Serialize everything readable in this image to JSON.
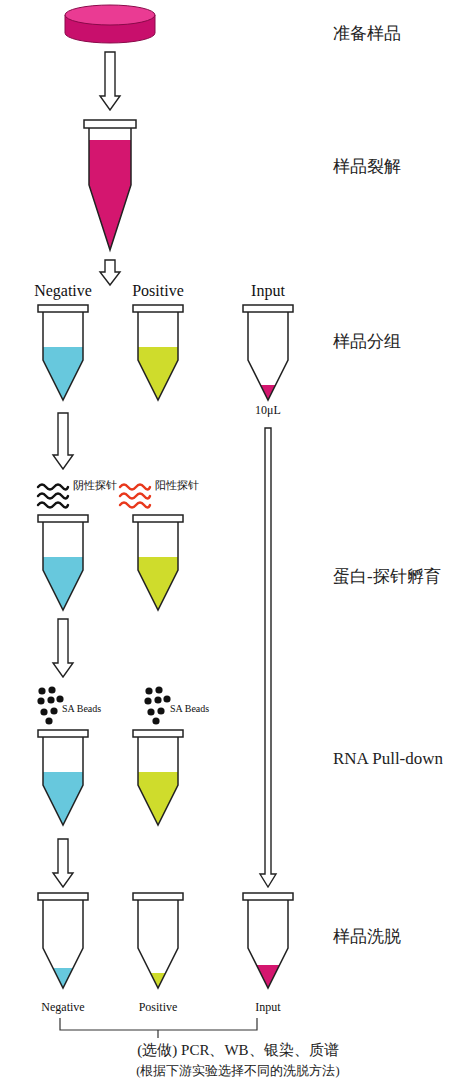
{
  "diagram": {
    "nodes": [
      {
        "text": [
          "Negative"
        ]
      },
      {
        "text": [
          "Positive"
        ]
      },
      {
        "text": [
          "Input",
          "10μL"
        ]
      },
      {
        "text": [
          "阴性探针"
        ]
      },
      {
        "text": [
          "阳性探针"
        ]
      },
      {
        "text": [
          "SA Beads"
        ]
      },
      {
        "text": [
          "SA Beads"
        ]
      },
      {
        "text": [
          "Negative"
        ]
      },
      {
        "text": [
          "Positive"
        ]
      },
      {
        "text": [
          "Input"
        ]
      }
    ],
    "edges": [
      {
        "from": 0,
        "to": 3,
        "arrow": "to"
      },
      {
        "from": 3,
        "to": 5,
        "arrow": "to"
      },
      {
        "from": 5,
        "to": 7,
        "arrow": "to"
      },
      {
        "from": 2,
        "to": 9,
        "arrow": "to"
      }
    ],
    "labels": [
      "准备样品",
      "样品裂解",
      "样品分组",
      "蛋白-探针孵育",
      "RNA Pull-down",
      "样品洗脱",
      "(选做) PCR、WB、银染、质谱",
      "(根据下游实验选择不同的洗脱方法)"
    ]
  }
}
